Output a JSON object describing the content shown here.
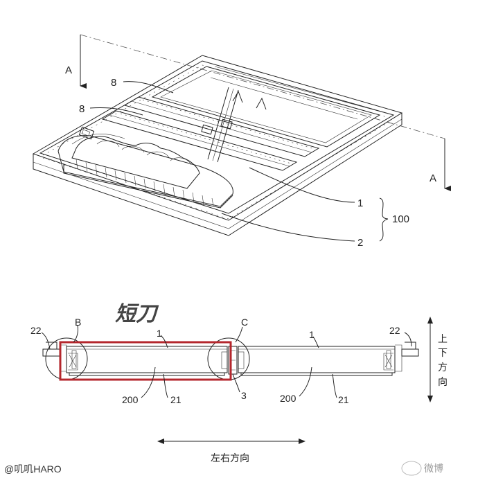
{
  "top_view": {
    "section_marker_left": "A",
    "section_marker_right": "A",
    "labels": {
      "crossbeam_top": "8",
      "crossbeam_bottom": "8",
      "part_1": "1",
      "part_2": "2",
      "assembly": "100"
    }
  },
  "section_view": {
    "highlight_text": "短刀",
    "labels": {
      "left_end": "22",
      "right_end": "22",
      "detail_b": "B",
      "detail_c": "C",
      "left_cover": "1",
      "right_cover": "1",
      "left_cell": "200",
      "right_cell": "200",
      "left_tray": "21",
      "right_tray": "21",
      "middle_beam": "3"
    },
    "vertical_direction": [
      "上",
      "下",
      "方",
      "向"
    ],
    "horizontal_direction": "左右方向"
  },
  "watermark": {
    "text": "@叽叽HARO",
    "logo": "微博"
  },
  "colors": {
    "line": "#222222",
    "highlight_box": "#b4272d",
    "background": "#ffffff"
  }
}
